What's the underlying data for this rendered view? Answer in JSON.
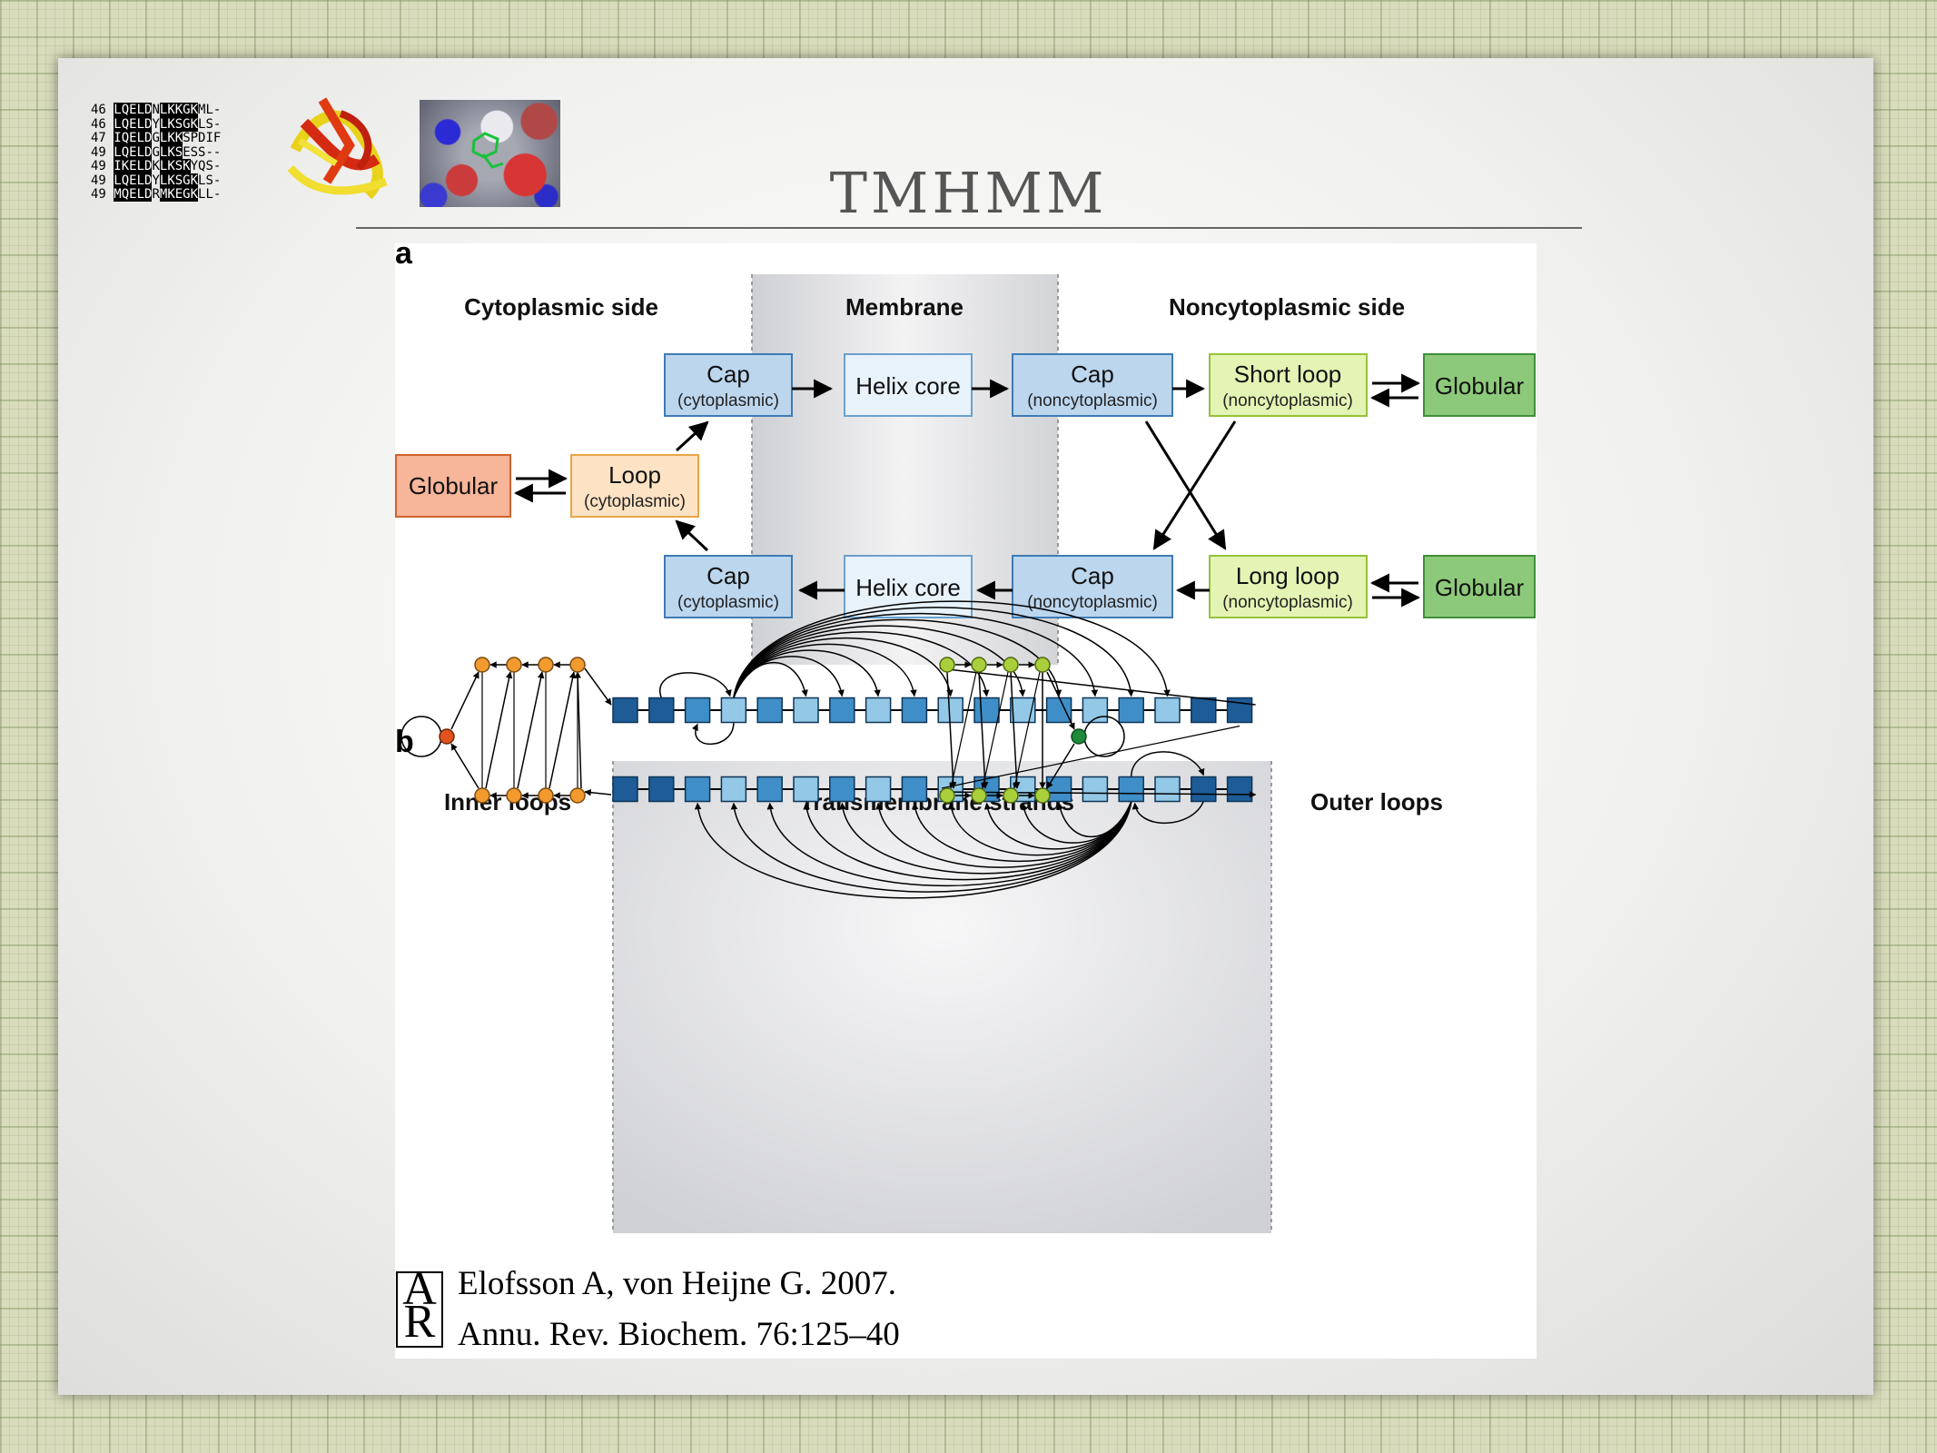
{
  "slide": {
    "title": "TMHMM",
    "sequence_rows": [
      {
        "num": "46",
        "pre": "",
        "blk": "LQELD",
        "mid": "N",
        "blk2": "LKKGK",
        "post": "ML-"
      },
      {
        "num": "46",
        "pre": "",
        "blk": "LQELD",
        "mid": "Y",
        "blk2": "LKSGK",
        "post": "LS-"
      },
      {
        "num": "47",
        "pre": "",
        "blk": "IQELD",
        "mid": "G",
        "blk2": "LKK",
        "post": "SPDIF"
      },
      {
        "num": "49",
        "pre": "",
        "blk": "LQELD",
        "mid": "G",
        "blk2": "LKS",
        "post": "ESS--"
      },
      {
        "num": "49",
        "pre": "",
        "blk": "IKELD",
        "mid": "K",
        "blk2": "LKSK",
        "post": "YQS-"
      },
      {
        "num": "49",
        "pre": "",
        "blk": "LQELD",
        "mid": "Y",
        "blk2": "LKSGK",
        "post": "LS-"
      },
      {
        "num": "49",
        "pre": "",
        "blk": "MQELD",
        "mid": "R",
        "blk2": "MKEGK",
        "post": "LL-"
      }
    ],
    "icons": [
      "protein-ribbon-image",
      "protein-surface-image"
    ]
  },
  "panel_a": {
    "letter": "a",
    "zones": {
      "left": "Cytoplasmic side",
      "middle": "Membrane",
      "right": "Noncytoplasmic side"
    },
    "boxes": {
      "cap_cyto_top": {
        "main": "Cap",
        "sub": "(cytoplasmic)"
      },
      "helix_top": {
        "main": "Helix core"
      },
      "cap_noncyto_top": {
        "main": "Cap",
        "sub": "(noncytoplasmic)"
      },
      "short_loop": {
        "main": "Short loop",
        "sub": "(noncytoplasmic)"
      },
      "globular_right_top": {
        "main": "Globular"
      },
      "globular_left": {
        "main": "Globular"
      },
      "loop_cyto": {
        "main": "Loop",
        "sub": "(cytoplasmic)"
      },
      "cap_cyto_bottom": {
        "main": "Cap",
        "sub": "(cytoplasmic)"
      },
      "helix_bottom": {
        "main": "Helix core"
      },
      "cap_noncyto_bottom": {
        "main": "Cap",
        "sub": "(noncytoplasmic)"
      },
      "long_loop": {
        "main": "Long loop",
        "sub": "(noncytoplasmic)"
      },
      "globular_right_bottom": {
        "main": "Globular"
      }
    },
    "colors": {
      "cap": "#bcd6ee",
      "helix": "#e8f2fb",
      "loop_cyto": "#fde3c4",
      "globular_cyto": "#f7b59a",
      "loop_noncyto": "#e4f4b4",
      "globular_noncyto": "#8dc97a",
      "membrane": "#dcdde0"
    }
  },
  "panel_b": {
    "letter": "b",
    "zones": {
      "left": "Inner loops",
      "middle": "Transmembrane strands",
      "right": "Outer loops"
    },
    "top_strand_shades": [
      "d",
      "d",
      "m",
      "l",
      "m",
      "l",
      "m",
      "l",
      "m",
      "l",
      "m",
      "l",
      "m",
      "l",
      "m",
      "l",
      "d",
      "d"
    ],
    "bottom_strand_shades": [
      "d",
      "d",
      "m",
      "l",
      "m",
      "l",
      "m",
      "l",
      "m",
      "l",
      "m",
      "l",
      "m",
      "l",
      "m",
      "l",
      "d",
      "d"
    ],
    "colors": {
      "dark": "#1d5c96",
      "mid": "#3f8ec7",
      "light": "#93c8e6",
      "inner_node": "#f39a2e",
      "inner_special": "#e0521e",
      "outer_node": "#a9cf3a",
      "outer_special": "#1f8a3a"
    }
  },
  "citation": {
    "line1": "Elofsson A, von Heijne G. 2007.",
    "line2": "Annu. Rev. Biochem. 76:125–40",
    "logo": "AR"
  }
}
